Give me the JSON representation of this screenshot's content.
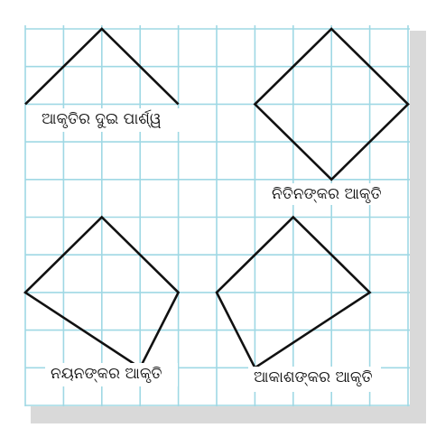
{
  "colors": {
    "grid": "#9fd8e4",
    "shape_stroke": "#111111",
    "shadow": "#d9d9d9",
    "label_bg": "#ffffff"
  },
  "labels": {
    "two_sides": "ଆକୃତିର ଦୁଇ ପାର୍ଶ୍ୱ",
    "nitin": "ନିତିନଙ୍କର ଆକୃତି",
    "nayan": "ନୟନଙ୍କର ଆକୃତି",
    "akash": "ଆକାଶଙ୍କର ଆକୃତି"
  },
  "grid": {
    "columns": 10,
    "rows": 10
  },
  "shapes": [
    {
      "id": "two-sides",
      "closed": false,
      "points": [
        [
          0,
          2
        ],
        [
          2,
          0
        ],
        [
          4,
          2
        ]
      ]
    },
    {
      "id": "nitin",
      "closed": true,
      "points": [
        [
          8,
          0
        ],
        [
          10,
          2
        ],
        [
          8,
          4
        ],
        [
          6,
          2
        ]
      ]
    },
    {
      "id": "nayan",
      "closed": true,
      "points": [
        [
          2,
          5
        ],
        [
          4,
          7
        ],
        [
          3,
          9
        ],
        [
          0,
          7
        ]
      ]
    },
    {
      "id": "akash",
      "closed": true,
      "points": [
        [
          7,
          5
        ],
        [
          9,
          7
        ],
        [
          6,
          9
        ],
        [
          5,
          7
        ]
      ]
    }
  ]
}
